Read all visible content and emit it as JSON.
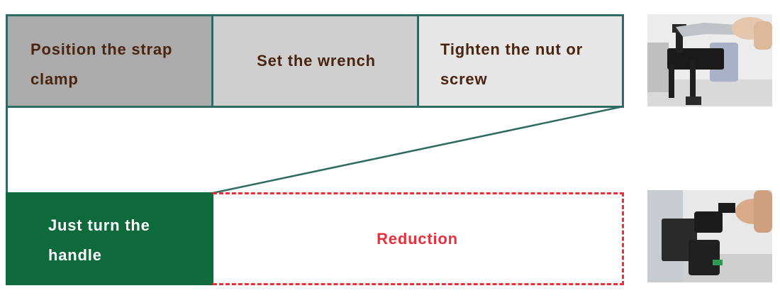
{
  "before_steps": [
    {
      "label": "Position the strap clamp"
    },
    {
      "label": "Set the wrench"
    },
    {
      "label": "Tighten the nut or screw"
    }
  ],
  "after_step": {
    "label": "Just turn the handle"
  },
  "reduction_label": "Reduction",
  "colors": {
    "outline": "#2f6b63",
    "step_text": "#4a2410",
    "after_fill": "#0e6a3a",
    "reduction": "#e8303a"
  },
  "photos": [
    {
      "icon": "wrench-strap-clamp-photo-icon"
    },
    {
      "icon": "handle-clamp-photo-icon"
    }
  ]
}
